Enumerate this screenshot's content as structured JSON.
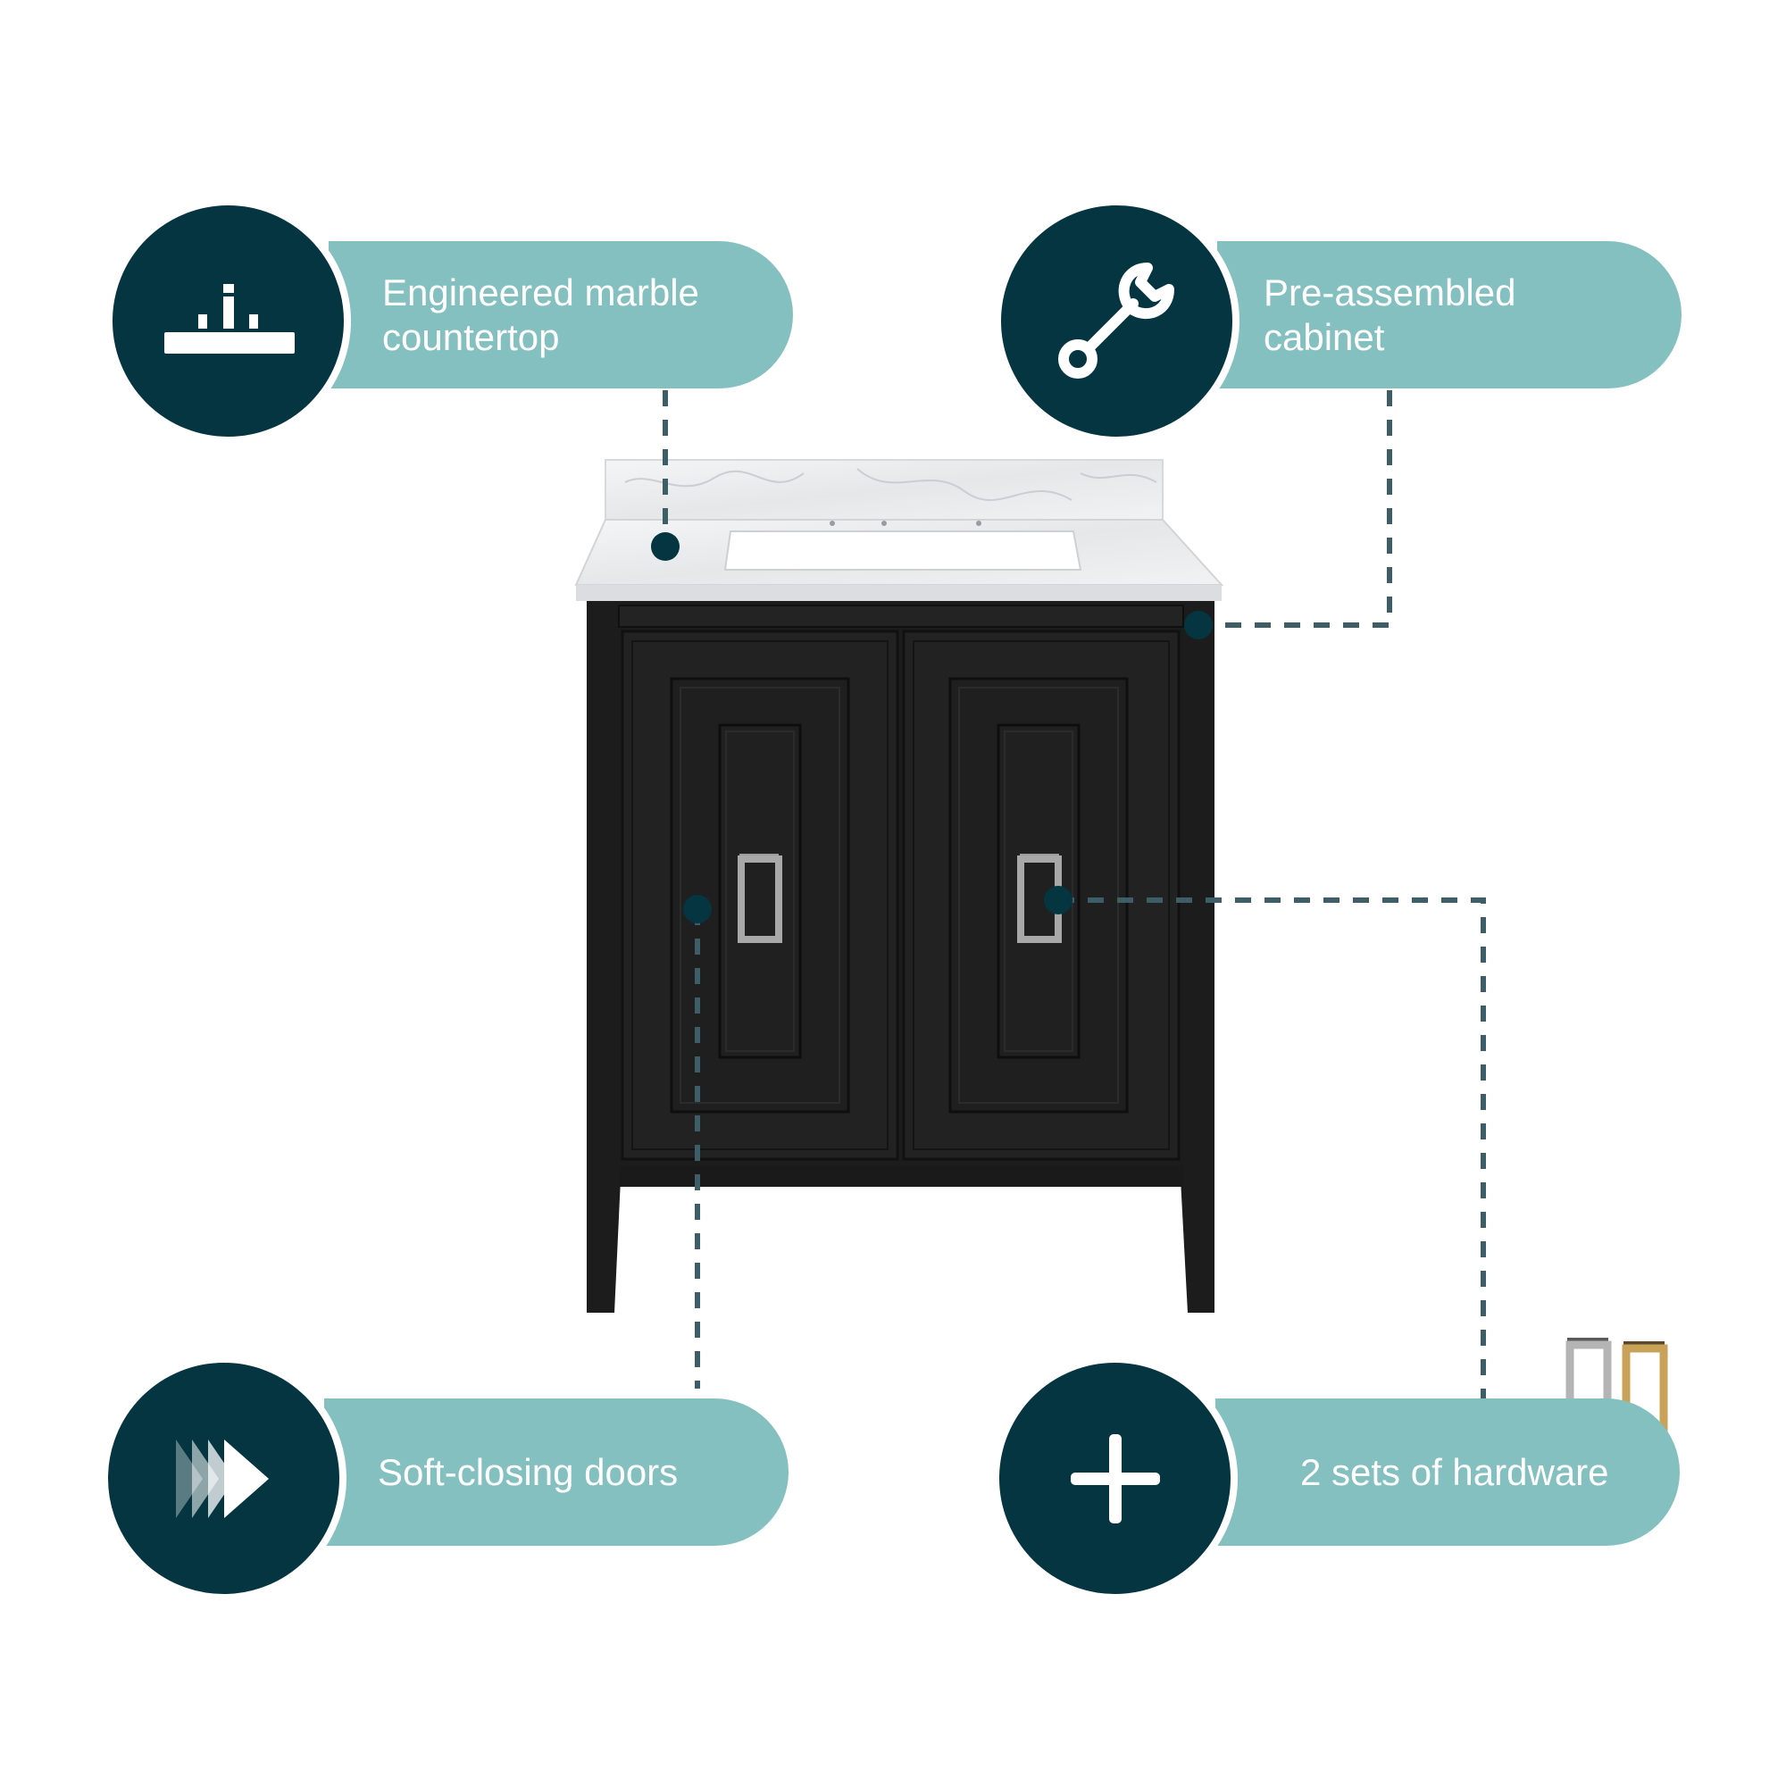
{
  "colors": {
    "navy": "#043540",
    "teal": "#85c0c1",
    "cabinet": "#1c1c1c",
    "leader": "#3d5e66",
    "marble": "#e9eaec",
    "chrome": "#a8a8a8",
    "brass": "#c9a25a"
  },
  "callouts": [
    {
      "id": "countertop",
      "label": "Engineered marble countertop",
      "icon": "countertop-faucet-icon"
    },
    {
      "id": "cabinet",
      "label": "Pre-assembled cabinet",
      "icon": "wrench-icon"
    },
    {
      "id": "doors",
      "label": "Soft-closing doors",
      "icon": "fast-forward-arrows-icon"
    },
    {
      "id": "hardware",
      "label": "2 sets of hardware",
      "icon": "plus-icon"
    }
  ]
}
